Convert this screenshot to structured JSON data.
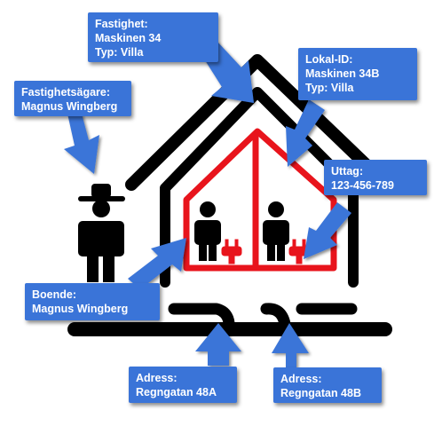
{
  "colors": {
    "callout_bg": "#3a74d8",
    "callout_text": "#ffffff",
    "building": "#000000",
    "unit_outline": "#e8141c"
  },
  "icons": [
    "house-icon",
    "owner-person-icon",
    "resident-person-icon",
    "power-plug-icon"
  ],
  "callouts": {
    "property": {
      "line1": "Fastighet:",
      "line2": "Maskinen 34",
      "line3": "Typ: Villa"
    },
    "owner": {
      "line1": "Fastighetsägare:",
      "line2": "Magnus Wingberg"
    },
    "premises": {
      "line1": "Lokal-ID:",
      "line2": "Maskinen 34B",
      "line3": "Typ: Villa"
    },
    "outlet": {
      "line1": "Uttag:",
      "line2": "123-456-789"
    },
    "resident": {
      "line1": "Boende:",
      "line2": "Magnus Wingberg"
    },
    "address_a": {
      "line1": "Adress:",
      "line2": "Regngatan 48A"
    },
    "address_b": {
      "line1": "Adress:",
      "line2": "Regngatan 48B"
    }
  }
}
